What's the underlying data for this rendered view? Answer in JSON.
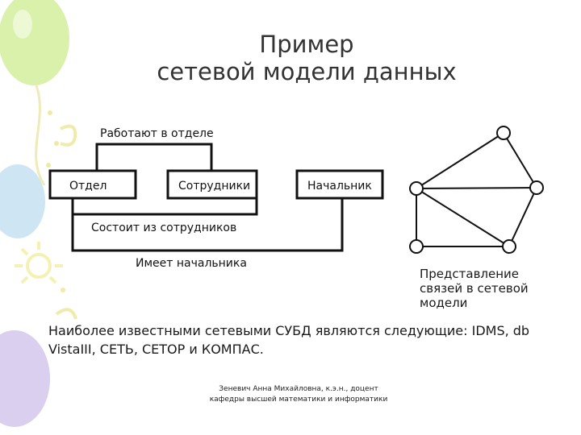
{
  "title": {
    "line1": "Пример",
    "line2": "сетевой модели данных"
  },
  "diagram": {
    "relation_top": "Работают в отделе",
    "box_dept": "Отдел",
    "box_staff": "Сотрудники",
    "box_boss": "Начальник",
    "relation_consists": "Состоит из сотрудников",
    "relation_has_boss": "Имеет начальника"
  },
  "caption": {
    "line1": "Представление",
    "line2": "связей в сетевой",
    "line3": "модели"
  },
  "main_text": "Наиболее известными сетевыми СУБД являются следующие: IDMS, db VistaIII, СЕТЬ, СЕТОР и КОМПАС.",
  "author": {
    "line1": "Зеневич Анна Михайловна, к.э.н., доцент",
    "line2": "кафедры высшей математики и информатики"
  },
  "colors": {
    "title": "#333333",
    "line": "#111111",
    "balloon_green": "#c9e88f",
    "balloon_blue": "#b9d9ee",
    "balloon_purple": "#c9b9e6"
  }
}
